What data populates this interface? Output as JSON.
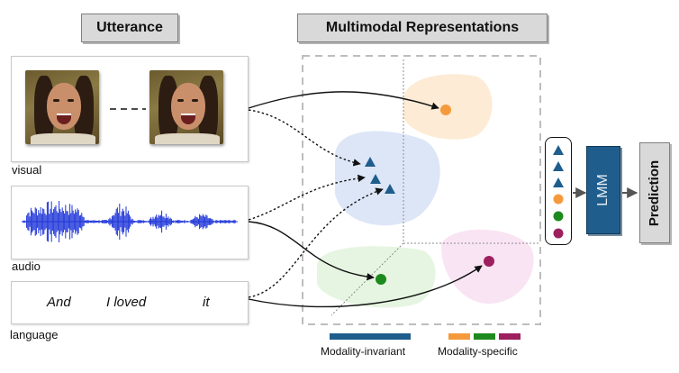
{
  "headers": {
    "utterance": "Utterance",
    "representations": "Multimodal Representations"
  },
  "modalities": {
    "visual": "visual",
    "audio": "audio",
    "language": "language"
  },
  "language_words": [
    "And",
    "I loved",
    "it"
  ],
  "model": {
    "lmm": "LMM",
    "prediction": "Prediction"
  },
  "legend": {
    "invariant": "Modality-invariant",
    "specific": "Modality-specific"
  },
  "colors": {
    "invariant": "#1f5d8c",
    "visual": "#f59a3c",
    "audio": "#1e8a1e",
    "language": "#9e1f5e",
    "blob_blue": "#dde6f7",
    "blob_orange": "#fdebd5",
    "blob_green": "#e6f5e1",
    "blob_pink": "#f9e4f4",
    "lmm_fill": "#1f5d8c"
  },
  "icons": [
    "triangle-icon",
    "circle-icon",
    "face-image",
    "waveform"
  ]
}
